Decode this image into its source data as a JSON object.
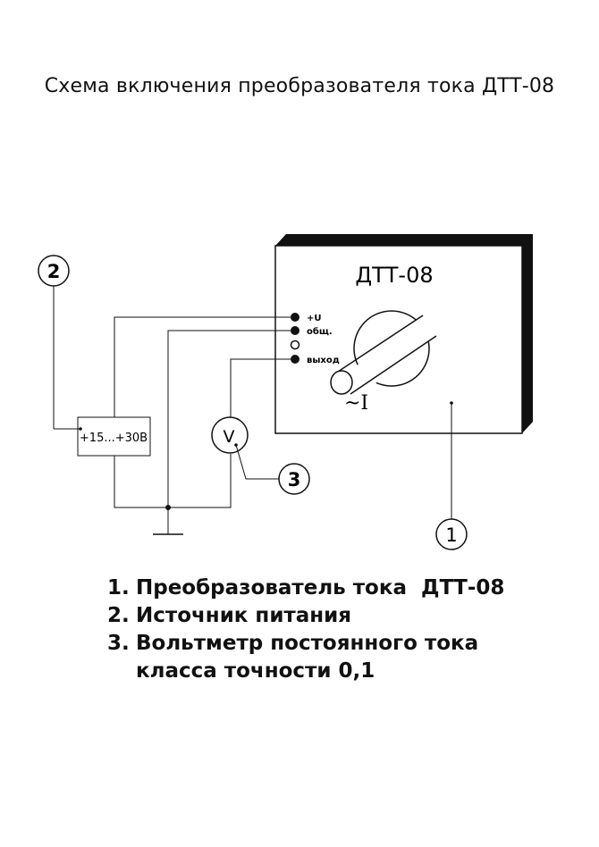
{
  "title": "Схема включения преобразователя тока ДТТ-08",
  "device": {
    "name": "ДТТ-08",
    "terminals": [
      "+U",
      "общ.",
      "выход"
    ],
    "current_symbol": "~I"
  },
  "power_supply": {
    "label": "+15...+30В"
  },
  "voltmeter": {
    "symbol": "V"
  },
  "callouts": [
    "2",
    "3",
    "1"
  ],
  "legend": [
    {
      "num": "1.",
      "text": "Преобразователь тока  ДТТ-08"
    },
    {
      "num": "2.",
      "text": "Источник питания"
    },
    {
      "num": "3.",
      "text": "Вольтметр постоянного тока",
      "continuation": "класса точности 0,1"
    }
  ]
}
